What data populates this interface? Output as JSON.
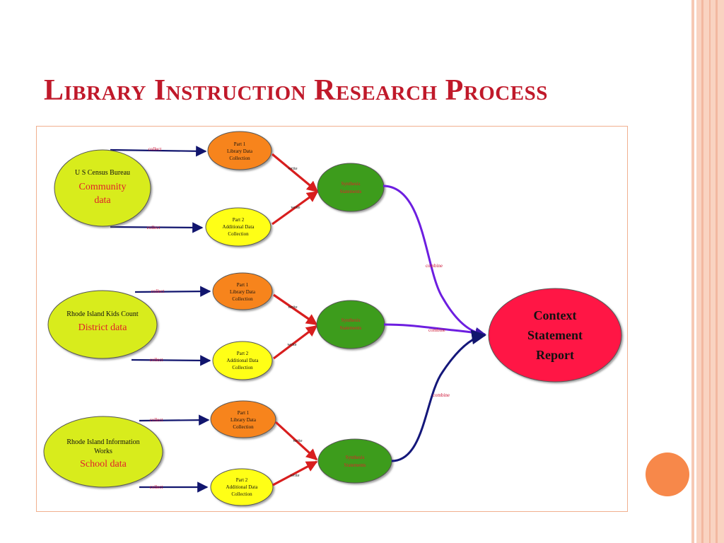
{
  "slide_title": "Library Instruction Research Process",
  "sources": [
    {
      "line1": "U S Census Bureau",
      "line2": "",
      "highlight1": "Community",
      "highlight2": "data"
    },
    {
      "line1": "Rhode Island Kids Count",
      "line2": "",
      "highlight1": "District data",
      "highlight2": ""
    },
    {
      "line1": "Rhode Island Information",
      "line2": "Works",
      "highlight1": "School data",
      "highlight2": ""
    }
  ],
  "part1": {
    "line1": "Part 1",
    "line2": "Library Data",
    "line3": "Collection"
  },
  "part2": {
    "line1": "Part 2",
    "line2": "Additional Data",
    "line3": "Collection"
  },
  "synthesis": {
    "line1": "Synthesis",
    "line2": "Statements"
  },
  "report": {
    "line1": "Context",
    "line2": "Statement",
    "line3": "Report"
  },
  "edges": {
    "collect": "collect",
    "write": "write",
    "combine": "combine"
  },
  "colors": {
    "title": "#c0192a",
    "source_fill": "#d8ec1c",
    "part1_fill": "#f7841e",
    "part2_fill": "#ffff17",
    "synthesis_fill": "#3d9c1a",
    "report_fill": "#ff1744",
    "collect_arrow": "#11156e",
    "write_arrow": "#d81e1e",
    "combine_purple": "#6d1ee0",
    "combine_navy": "#14177a"
  }
}
